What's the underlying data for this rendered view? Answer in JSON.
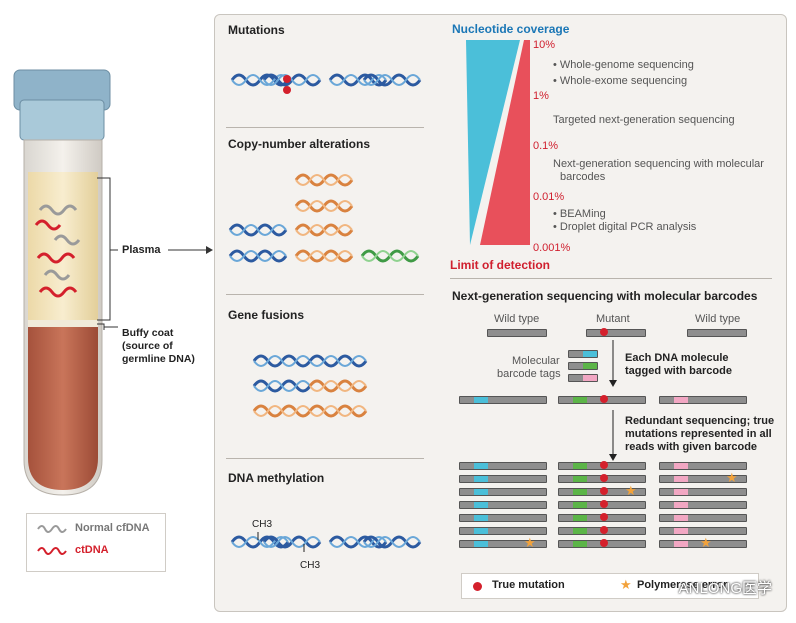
{
  "panel": {
    "mutations_title": "Mutations",
    "cna_title": "Copy-number alterations",
    "fusions_title": "Gene fusions",
    "methylation_title": "DNA methylation",
    "methyl_label_top": "CH3",
    "methyl_label_bottom": "CH3"
  },
  "tube": {
    "plasma_label": "Plasma",
    "buffy_label_1": "Buffy coat",
    "buffy_label_2": "(source of",
    "buffy_label_3": "germline DNA)"
  },
  "legend": {
    "normal": "Normal cfDNA",
    "ctdna": "ctDNA"
  },
  "coverage": {
    "title": "Nucleotide coverage",
    "lod_title": "Limit of detection",
    "percents": [
      "10%",
      "1%",
      "0.1%",
      "0.01%",
      "0.001%"
    ],
    "methods": {
      "wgs": "Whole-genome sequencing",
      "wes": "Whole-exome sequencing",
      "targeted": "Targeted next-generation sequencing",
      "ngs_barcodes_1": "Next-generation sequencing with molecular",
      "ngs_barcodes_2": "barcodes",
      "beaming": "BEAMing",
      "ddpcr": "Droplet digital PCR analysis"
    }
  },
  "barcodes": {
    "title": "Next-generation sequencing with molecular barcodes",
    "wild_type_left": "Wild type",
    "mutant": "Mutant",
    "wild_type_right": "Wild type",
    "tags_label_1": "Molecular",
    "tags_label_2": "barcode tags",
    "step1_1": "Each DNA molecule",
    "step1_2": "tagged with barcode",
    "step2_1": "Redundant sequencing; true",
    "step2_2": "mutations represented in all",
    "step2_3": "reads with given barcode",
    "legend_true": "True mutation",
    "legend_error": "Polymerase error"
  },
  "colors": {
    "coverage_blue": "#4bbfd9",
    "lod_red": "#e8505b",
    "barcode_blue": "#4bbfd9",
    "barcode_green": "#5cb548",
    "barcode_pink": "#f2a7c3",
    "mutation_red": "#d4202c",
    "error_orange": "#f2a23b"
  },
  "watermark": "ANLONG医学"
}
